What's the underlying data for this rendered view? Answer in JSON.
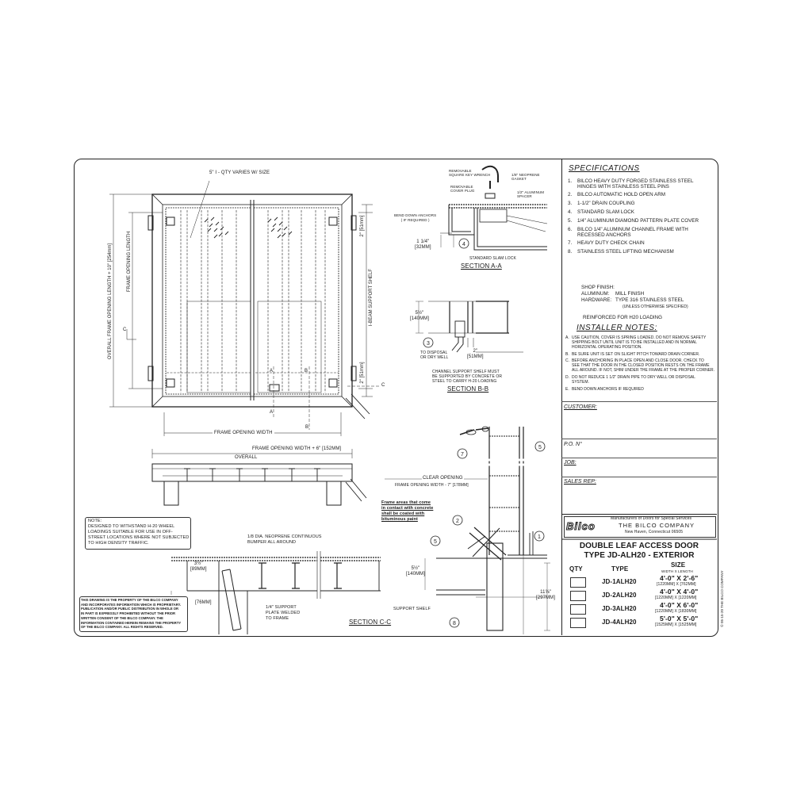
{
  "specifications": {
    "title": "SPECIFICATIONS",
    "items": [
      {
        "n": "1.",
        "text": "BILCO HEAVY DUTY FORGED STAINLESS STEEL",
        "text2": "HINGES WITH STAINLESS STEEL PINS"
      },
      {
        "n": "2.",
        "text": "BILCO AUTOMATIC HOLD OPEN ARM"
      },
      {
        "n": "3.",
        "text": "1-1/2\" DRAIN COUPLING"
      },
      {
        "n": "4.",
        "text": "STANDARD SLAM LOCK"
      },
      {
        "n": "5.",
        "text": "1/4\" ALUMINUM DIAMOND PATTERN PLATE COVER"
      },
      {
        "n": "6.",
        "text": "BILCO 1/4\" ALUMINUM CHANNEL FRAME WITH",
        "text2": "RECESSED ANCHORS"
      },
      {
        "n": "7.",
        "text": "HEAVY DUTY CHECK CHAIN"
      },
      {
        "n": "8.",
        "text": "STAINLESS STEEL LIFTING MECHANISM"
      }
    ]
  },
  "finish": {
    "label": "SHOP FINISH:",
    "aluminum_label": "ALUMINUM:",
    "aluminum_value": "MILL FINISH",
    "hardware_label": "HARDWARE:",
    "hardware_value": "TYPE 316 STAINLESS STEEL",
    "hardware_note": "(UNLESS OTHERWISE SPECIFIED)",
    "loading": "REINFORCED FOR H20 LOADING"
  },
  "installer_notes": {
    "title": "INSTALLER NOTES:",
    "items": [
      {
        "n": "A.",
        "lines": [
          "USE CAUTION, COVER IS SPRING LOADED. DO NOT REMOVE SAFETY",
          "SHIPPING BOLT UNTIL UNIT IS TO BE INSTALLED AND IN NORMAL",
          "HORIZONTAL OPERATING POSITION."
        ]
      },
      {
        "n": "B.",
        "lines": [
          "BE SURE UNIT IS SET ON SLIGHT PITCH TOWARD DRAIN CORNER."
        ]
      },
      {
        "n": "C.",
        "lines": [
          "BEFORE ANCHORING IN PLACE OPEN AND CLOSE DOOR. CHECK TO",
          "SEE THAT THE DOOR IN THE CLOSED POSITION RESTS ON THE FRAME",
          "ALL AROUND. IF NOT, SHIM UNDER THE FRAME AT THE PROPER CORNER."
        ]
      },
      {
        "n": "D.",
        "lines": [
          "DO NOT REDUCE 1 1/2\" DRAIN PIPE TO DRY WELL OR DISPOSAL",
          "SYSTEM."
        ]
      },
      {
        "n": "E.",
        "lines": [
          "BEND DOWN ANCHORS IF REQUIRED"
        ]
      }
    ]
  },
  "fields": {
    "customer": "CUSTOMER:",
    "po": "P.O. N°",
    "job": "JOB:",
    "sales_rep": "SALES REP:"
  },
  "company": {
    "logo": "Bilco",
    "tagline": "Manufacturers of Doors for Special Services",
    "name": "THE BILCO COMPANY",
    "location": "New Haven, Connecticut 06505",
    "copyright": "© 05-15-20 THE BILCO COMPANY"
  },
  "product": {
    "title1": "DOUBLE LEAF ACCESS DOOR",
    "title2": "TYPE JD-ALH20 - EXTERIOR"
  },
  "size_table": {
    "headers": {
      "qty": "QTY",
      "type": "TYPE",
      "size": "SIZE",
      "size_sub": "WIDTH x LENGTH"
    },
    "rows": [
      {
        "type": "JD-1ALH20",
        "size": "4'-0\" x 2'-6\"",
        "metric": "[1220mm] x [762mm]"
      },
      {
        "type": "JD-2ALH20",
        "size": "4'-0\" x 4'-0\"",
        "metric": "[1220mm] x [1220mm]"
      },
      {
        "type": "JD-3ALH20",
        "size": "4'-0\" x 6'-0\"",
        "metric": "[1220mm] x [1830mm]"
      },
      {
        "type": "JD-4ALH20",
        "size": "5'-0\" x 5'-0\"",
        "metric": "[1525mm] x [1525mm]"
      }
    ]
  },
  "notes": {
    "design": [
      "NOTE:",
      "DESIGNED TO WITHSTAND H-20 WHEEL",
      "LOADINGS SUITABLE FOR USE IN OFF-",
      "STREET LOCATIONS WHERE NOT SUBJECTED",
      "TO HIGH DENSITY TRAFFIC."
    ],
    "property": [
      "THIS DRAWING IS THE PROPERTY OF THE BILCO COMPANY",
      "AND INCORPORATES INFORMATION WHICH IS PROPRIETARY.",
      "PUBLICATION AND/OR PUBLIC DISTRIBUTION IN WHOLE OR",
      "IN PART IS EXPRESSLY PROHIBITED WITHOUT THE PRIOR",
      "WRITTEN CONSENT OF THE BILCO COMPANY. THE",
      "INFORMATION CONTAINED HEREIN REMAINS THE PROPERTY",
      "OF THE BILCO COMPANY. ALL RIGHTS RESERVED."
    ],
    "bituminous": [
      "Frame areas that come",
      "in contact with concrete",
      "shall be coated with",
      "bituminous paint"
    ]
  },
  "plan_view": {
    "ibeam_label": "5\" I - QTY VARIES W/ SIZE",
    "overall_length": "OVERALL FRAME OPENING LENGTH + 10\" [254mm]",
    "frame_length": "FRAME OPENING LENGTH",
    "support_shelf": "I-BEAM SUPPORT SHELF",
    "dim_2in": "2\" [51mm]",
    "frame_width": "FRAME OPENING WIDTH",
    "overall": "OVERALL",
    "overall_width": "FRAME OPENING WIDTH + 6\" [152mm]",
    "markers": {
      "a": "A",
      "b": "B",
      "c": "C"
    }
  },
  "section_aa": {
    "title": "SECTION A-A",
    "wrench": [
      "REMOVABLE",
      "SQUARE KEY WRENCH"
    ],
    "plug": [
      "REMOVABLE",
      "COVER PLUG"
    ],
    "gasket": [
      "1/8\" NEOPRENE",
      "GASKET"
    ],
    "spacer": [
      "1/2\" ALUMINUM",
      "SPACER"
    ],
    "anchors": [
      "BEND DOWN ANCHORS",
      "( IF REQUIRED )"
    ],
    "dim": [
      "1 1/4\"",
      "[32mm]"
    ],
    "slam_lock": "STANDARD SLAM LOCK"
  },
  "section_bb": {
    "title": "SECTION B-B",
    "dim_depth": [
      "5½\"",
      "[140mm]"
    ],
    "disposal": [
      "TO DISPOSAL",
      "OR DRY WELL"
    ],
    "dim_2": [
      "2\"",
      "[51mm]"
    ],
    "note": [
      "CHANNEL SUPPORT SHELF MUST",
      "BE SUPPORTED BY CONCRETE OR",
      "STEEL TO CARRY H-20 LOADING"
    ]
  },
  "section_open": {
    "clear_opening": "CLEAR OPENING",
    "frame_width": "FRAME OPENING WIDTH - 7\" [178mm]"
  },
  "section_cc": {
    "title": "SECTION C-C",
    "bumper": [
      "1/8 DIA. NEOPRENE CONTINUOUS",
      "BUMPER ALL AROUND"
    ],
    "plate": [
      "1/4\" SUPPORT",
      "PLATE WELDED",
      "TO FRAME"
    ],
    "support_shelf": "SUPPORT SHELF",
    "dim_89": [
      "3½\"",
      "[89mm]"
    ],
    "dim_76": "[76mm]",
    "dim_140": [
      "5½\"",
      "[140mm]"
    ],
    "dim_297": [
      "11⅝\"",
      "[297mm]"
    ]
  },
  "callouts": [
    "1",
    "2",
    "3",
    "4",
    "5",
    "7",
    "8"
  ]
}
